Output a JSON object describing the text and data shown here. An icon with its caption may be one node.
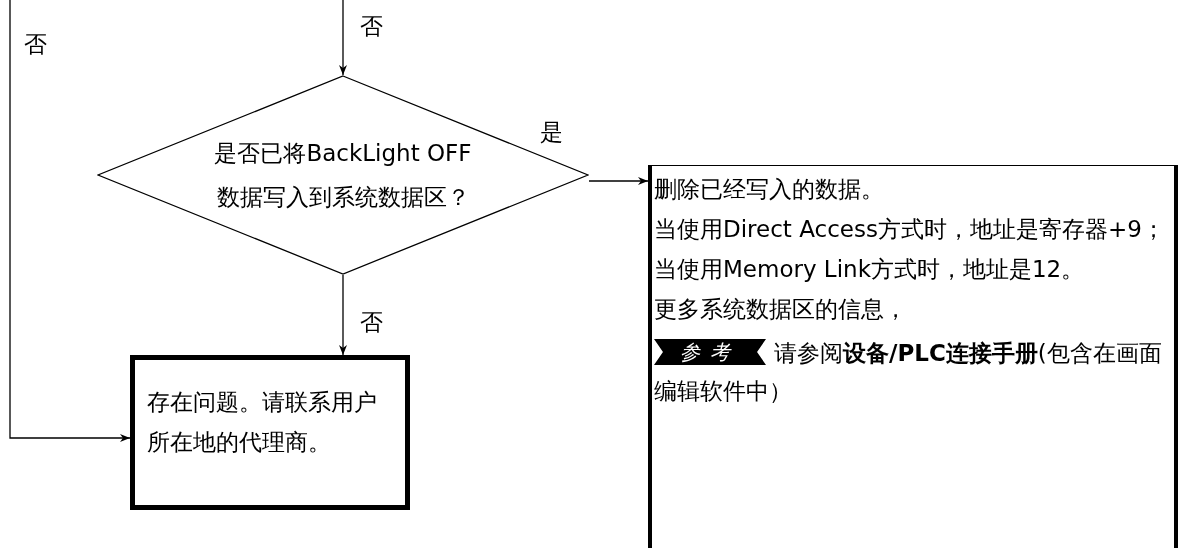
{
  "diagram": {
    "nodes": [
      {
        "text": [
          "是否已将BackLight OFF数据写入到系统数据区？"
        ]
      },
      {
        "text": [
          "删除已经写入的数据。",
          "当使用Direct Access方式时，地址是寄存器+9；",
          "当使用Memory Link方式时，地址是12。",
          "更多系统数据区的信息，",
          "参考",
          "请参阅**设备/PLC连接手册**(包含在画面编辑软件中）"
        ]
      },
      {
        "text": [
          "存在问题。请联系用户所在地的代理商。"
        ]
      }
    ],
    "edges": [
      {
        "from": null,
        "to": 0,
        "arrow": "to",
        "label": "否"
      },
      {
        "from": 0,
        "to": 1,
        "arrow": "to",
        "label": "是"
      },
      {
        "from": 0,
        "to": 2,
        "arrow": "to",
        "label": "否"
      },
      {
        "from": null,
        "to": 2,
        "arrow": "to",
        "label": "否"
      }
    ]
  }
}
